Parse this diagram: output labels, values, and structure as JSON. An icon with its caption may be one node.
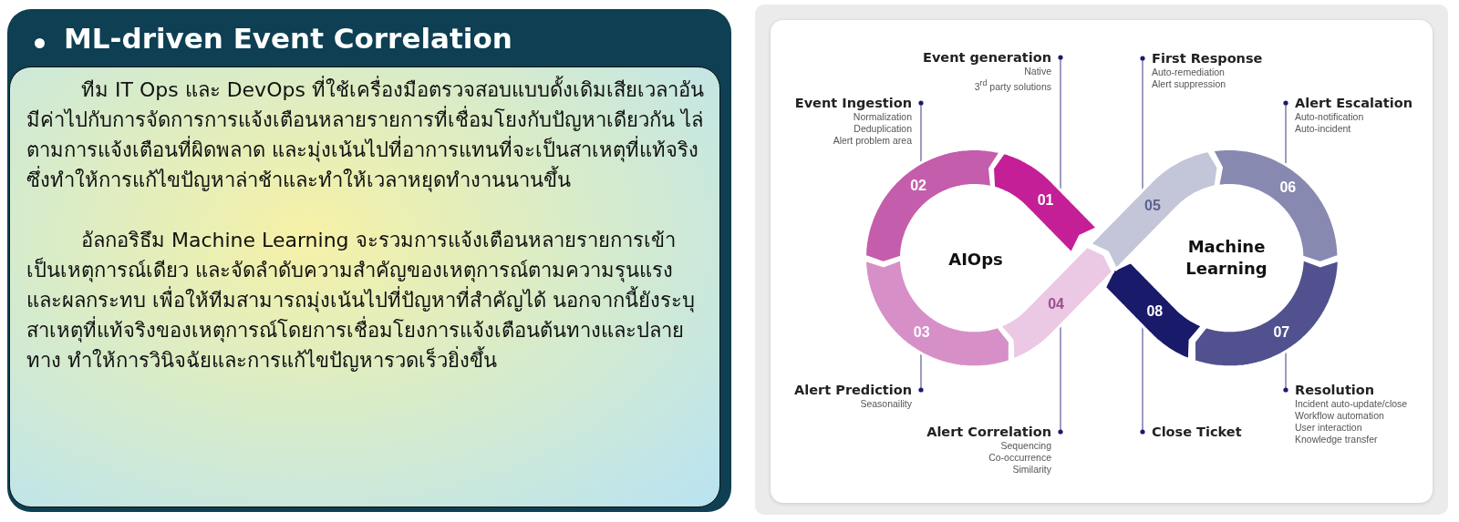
{
  "diagram": {
    "nodes": [
      {
        "text": [
          "ML-driven Event Correlation"
        ]
      },
      {
        "text": [
          "ทีม IT Ops และ DevOps ที่ใช้เครื่องมือตรวจสอบแบบดั้งเดิมเสียเวลาอันมีค่าไปกับการจัดการการแจ้งเตือนหลายรายการที่เชื่อมโยงกับปัญหาเดียวกัน ไล่ตามการแจ้งเตือนที่ผิดพลาด และมุ่งเน้นไปที่อาการแทนที่จะเป็นสาเหตุที่แท้จริง ซึ่งทำให้การแก้ไขปัญหาล่าช้าและทำให้เวลาหยุดทำงานนานขึ้น",
          "อัลกอริธึม Machine Learning จะรวมการแจ้งเตือนหลายรายการเข้าเป็นเหตุการณ์เดียว และจัดลำดับความสำคัญของเหตุการณ์ตามความรุนแรงและผลกระทบ เพื่อให้ทีมสามารถมุ่งเน้นไปที่ปัญหาที่สำคัญได้ นอกจากนี้ยังระบุสาเหตุที่แท้จริงของเหตุการณ์โดยการเชื่อมโยงการแจ้งเตือนต้นทางและปลายทาง ทำให้การวินิจฉัยและการแก้ไขปัญหารวดเร็วยิ่งขึ้น"
        ],
        "in": 0
      },
      {
        "text": [
          "Event generation",
          "Native",
          "3$^{rd}$ party solutions"
        ]
      },
      {
        "text": [
          "First Response",
          "Auto-remediation",
          "Alert suppression"
        ]
      },
      {
        "text": [
          "Event Ingestion",
          "Normalization",
          "Deduplication",
          "Alert problem area"
        ]
      },
      {
        "text": [
          "Alert Escalation",
          "Auto-notification",
          "Auto-incident"
        ]
      },
      {
        "text": [
          "01"
        ]
      },
      {
        "text": [
          "02"
        ]
      },
      {
        "text": [
          "03"
        ]
      },
      {
        "text": [
          "04"
        ]
      },
      {
        "text": [
          "05"
        ]
      },
      {
        "text": [
          "06"
        ]
      },
      {
        "text": [
          "07"
        ]
      },
      {
        "text": [
          "08"
        ]
      },
      {
        "text": [
          "Alert Prediction",
          "Seasonaility"
        ]
      },
      {
        "text": [
          "Resolution",
          "Incident auto-update/close",
          "Workflow automation",
          "User interaction",
          "Knowledge transfer"
        ]
      },
      {
        "text": [
          "Alert Correlation",
          "Sequencing",
          "Co-occurrence",
          "Similarity"
        ]
      },
      {
        "text": [
          "Close Ticket"
        ]
      }
    ],
    "edges": [
      {
        "from": 4,
        "to": 7,
        "arrow": "other"
      },
      {
        "from": 2,
        "to": 6,
        "arrow": "other"
      },
      {
        "from": 3,
        "to": 10,
        "arrow": "other"
      },
      {
        "from": 5,
        "to": 11,
        "arrow": "other"
      },
      {
        "from": 14,
        "to": 8,
        "arrow": "other"
      },
      {
        "from": 16,
        "to": 9,
        "arrow": "other"
      },
      {
        "from": 17,
        "to": 13,
        "arrow": "other"
      },
      {
        "from": 15,
        "to": 12,
        "arrow": "other"
      }
    ],
    "labels": [
      "AIOps",
      "Machine Learning"
    ]
  }
}
